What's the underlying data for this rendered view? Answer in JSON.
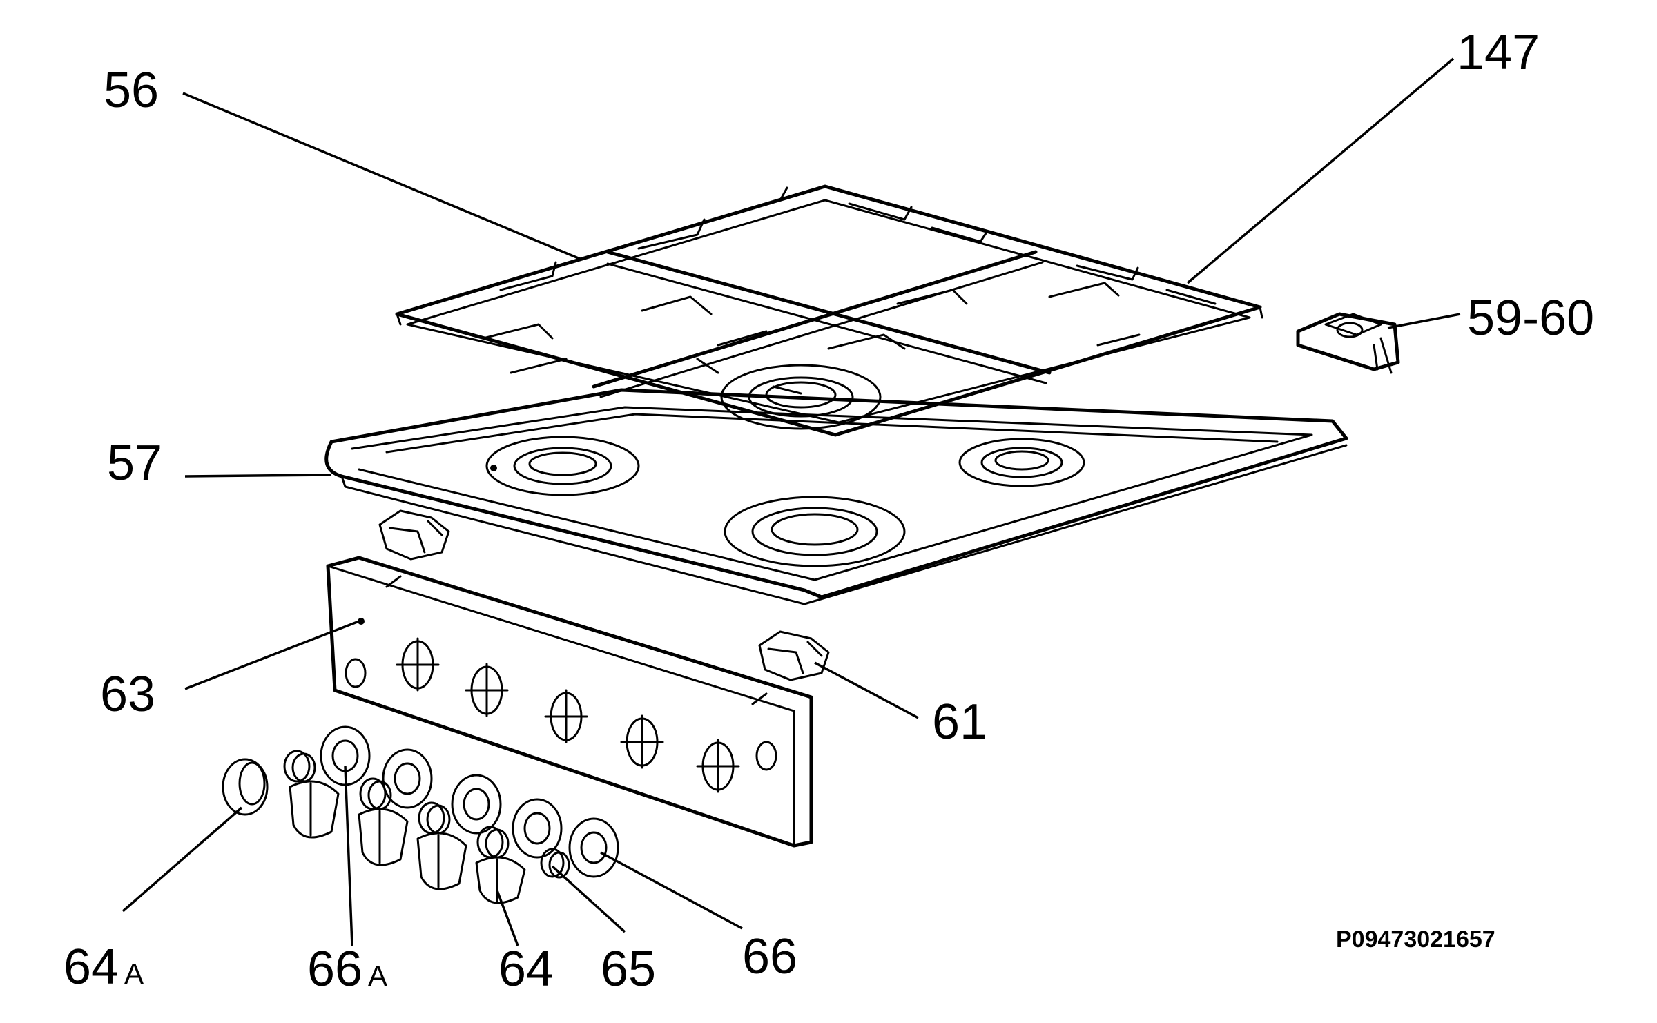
{
  "labels": {
    "pan_support": "56",
    "pan_support_alt": "147",
    "hob_top": "57",
    "clip": "59-60",
    "control_panel": "63",
    "bracket": "61",
    "knob_a": "64",
    "knob_a_suffix": "A",
    "bezel_a": "66",
    "bezel_a_suffix": "A",
    "knob": "64",
    "spring": "65",
    "bezel": "66"
  },
  "drawing_code": "P09473021657"
}
